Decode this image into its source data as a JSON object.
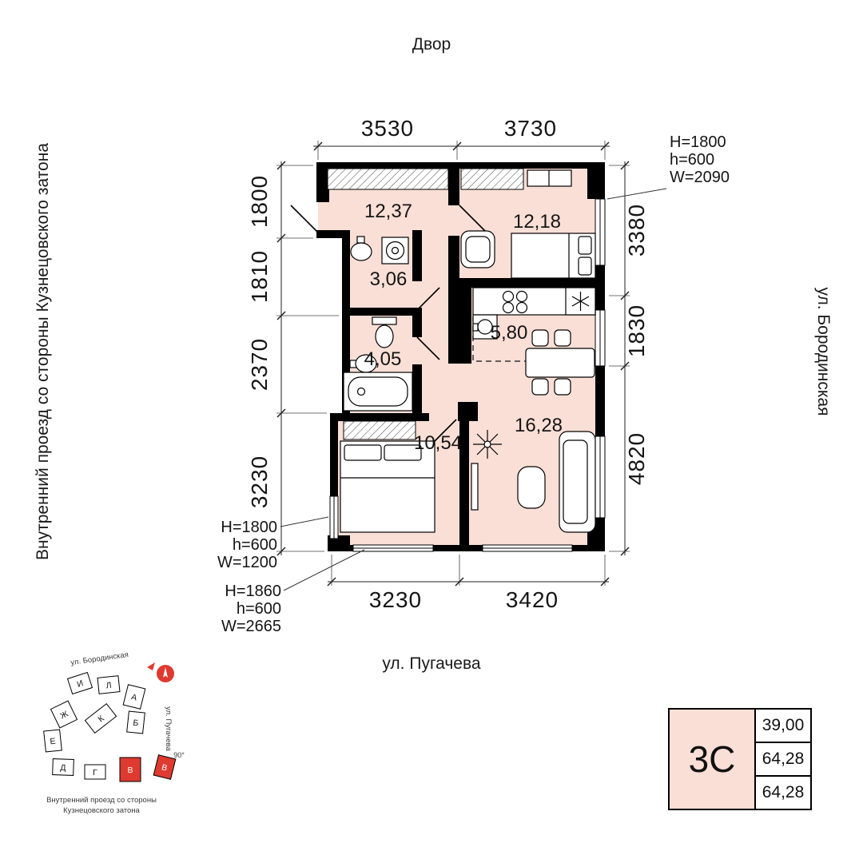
{
  "surroundings": {
    "top": "Двор",
    "left": "Внутренний проезд со стороны Кузнецовского затона",
    "right": "ул. Бородинская",
    "bottom": "ул. Пугачева"
  },
  "dimensions": {
    "top": [
      "3530",
      "3730"
    ],
    "left": [
      "1800",
      "1810",
      "2370",
      "3230"
    ],
    "right": [
      "3380",
      "1830",
      "4820"
    ],
    "bottom": [
      "3230",
      "3420"
    ]
  },
  "rooms": [
    {
      "name": "hallway",
      "area": "12,37"
    },
    {
      "name": "bedroom-1",
      "area": "12,18"
    },
    {
      "name": "bathroom-1",
      "area": "3,06"
    },
    {
      "name": "bathroom-2",
      "area": "4,05"
    },
    {
      "name": "kitchen",
      "area": "5,80"
    },
    {
      "name": "bedroom-2",
      "area": "10,54"
    },
    {
      "name": "living-room",
      "area": "16,28"
    }
  ],
  "window_specs": [
    {
      "lines": [
        "H=1800",
        "h=600",
        "W=2090"
      ]
    },
    {
      "lines": [
        "H=1800",
        "h=600",
        "W=1200"
      ]
    },
    {
      "lines": [
        "H=1860",
        "h=600",
        "W=2665"
      ]
    }
  ],
  "info_card": {
    "type_label": "3С",
    "values": [
      "39,00",
      "64,28",
      "64,28"
    ]
  },
  "site_plan": {
    "blocks": [
      {
        "label": "И"
      },
      {
        "label": "Л"
      },
      {
        "label": "А"
      },
      {
        "label": "Ж"
      },
      {
        "label": "К"
      },
      {
        "label": "Б"
      },
      {
        "label": "Е"
      },
      {
        "label": "Д"
      },
      {
        "label": "Г"
      },
      {
        "label": "В",
        "highlighted": true
      },
      {
        "label": "В",
        "highlighted": true
      }
    ],
    "angle_label": "90°",
    "streets": {
      "top": "ул. Бородинская",
      "right": "ул. Пугачева",
      "bottom_line1": "Внутренний проезд со стороны",
      "bottom_line2": "Кузнецовского затона"
    }
  },
  "colors": {
    "room_fill": "#fadfd6",
    "wall": "#000000",
    "accent_red": "#de3a30"
  }
}
